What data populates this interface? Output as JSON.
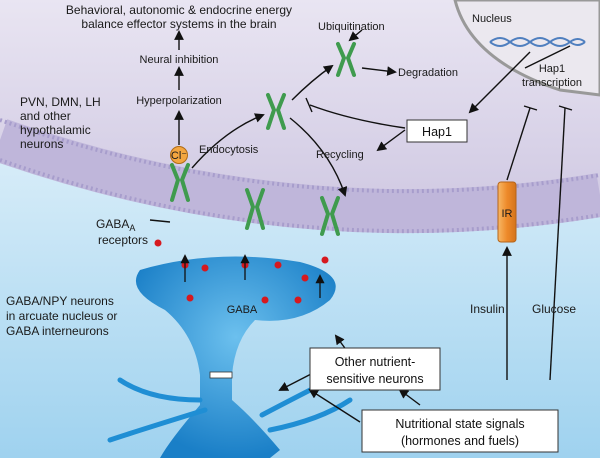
{
  "labels": {
    "effector_line1": "Behavioral, autonomic & endocrine energy",
    "effector_line2": "balance effector systems in the brain",
    "neural_inhibition": "Neural inhibition",
    "hyperpolarization": "Hyperpolarization",
    "hypothalamic_line1": "PVN, DMN, LH",
    "hypothalamic_line2": "and other",
    "hypothalamic_line3": "hypothalamic",
    "hypothalamic_line4": "neurons",
    "chloride": "Cl⁻",
    "endocytosis": "Endocytosis",
    "ubiquitination": "Ubiquitination",
    "degradation": "Degradation",
    "recycling": "Recycling",
    "hap1": "Hap1",
    "nucleus": "Nucleus",
    "hap1_transcription_line1": "Hap1",
    "hap1_transcription_line2": "transcription",
    "gabaa_main": "GABA",
    "gabaa_sub": "A",
    "receptors": "receptors",
    "ir": "IR",
    "insulin": "Insulin",
    "glucose": "Glucose",
    "gaba": "GABA",
    "gaba_neurons_line1": "GABA/NPY neurons",
    "gaba_neurons_line2": "in arcuate nucleus or",
    "gaba_neurons_line3": "GABA interneurons",
    "other_neurons_line1": "Other nutrient-",
    "other_neurons_line2": "sensitive neurons",
    "nutritional_line1": "Nutritional state signals",
    "nutritional_line2": "(hormones and fuels)"
  },
  "colors": {
    "upper_cytoplasm": "#dcd6ec",
    "membrane_outer": "#c6bfdc",
    "membrane_heads": "#b8afd6",
    "synaptic_cleft": "#e8f4fb",
    "neuron_blue": "#1f8ed4",
    "receptor_green": "#3f9b4e",
    "gaba_dot": "#d6191f",
    "ir_orange": "#f29a3a",
    "chloride_orange": "#f3a640",
    "dna_blue": "#4f7fbf",
    "nucleus_gray": "#cfcfd2"
  }
}
